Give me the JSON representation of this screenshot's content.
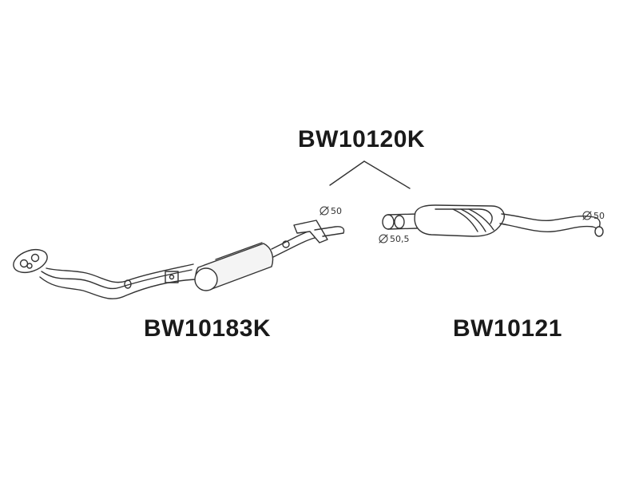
{
  "parts": {
    "assembly": "BW10120K",
    "front_pipe": "BW10183K",
    "middle_silencer": "BW10121"
  },
  "dimensions": {
    "front_pipe_outlet": "Ø 50",
    "silencer_inlet": "Ø 50,5",
    "silencer_outlet": "Ø 50"
  },
  "colors": {
    "stroke": "#333333",
    "text": "#1a1a1a"
  }
}
